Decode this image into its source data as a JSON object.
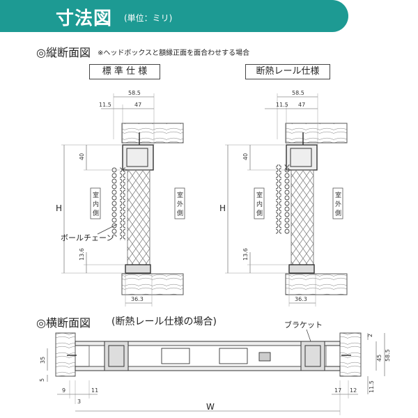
{
  "header": {
    "title": "寸法図",
    "subtitle": "(単位：ミリ)",
    "color": "#1d9a93"
  },
  "vertical_section": {
    "title": "◎縦断面図",
    "note": "※ヘッドボックスと額縁正面を面合わせする場合",
    "standard": {
      "label": "標 準 仕 様",
      "dims": {
        "top_total": "58.5",
        "left": "11.5",
        "right": "47",
        "head": "40",
        "height": "H",
        "bottom": "13.6",
        "base": "36.3"
      },
      "indoor": [
        "室",
        "内",
        "側"
      ],
      "outdoor": [
        "室",
        "外",
        "側"
      ],
      "callout": "ボールチェーン"
    },
    "insulated": {
      "label": "断熱レール仕様",
      "dims": {
        "top_total": "58.5",
        "left": "11.5",
        "right": "47",
        "head": "40",
        "height": "H",
        "bottom": "13.6",
        "base": "36.3"
      },
      "indoor": [
        "室",
        "内",
        "側"
      ],
      "outdoor": [
        "室",
        "外",
        "側"
      ]
    }
  },
  "horizontal_section": {
    "title": "◎横断面図",
    "subtitle": "(断熱レール仕様の場合)",
    "callout": "ブラケット",
    "dims": {
      "left_35": "35",
      "left_5": "5",
      "bottom_9": "9",
      "bottom_3": "3",
      "bottom_11": "11",
      "width": "W",
      "right_17": "17",
      "right_12": "12",
      "right_2": "2",
      "right_45": "45",
      "right_585": "58.5",
      "right_115": "11.5"
    }
  }
}
